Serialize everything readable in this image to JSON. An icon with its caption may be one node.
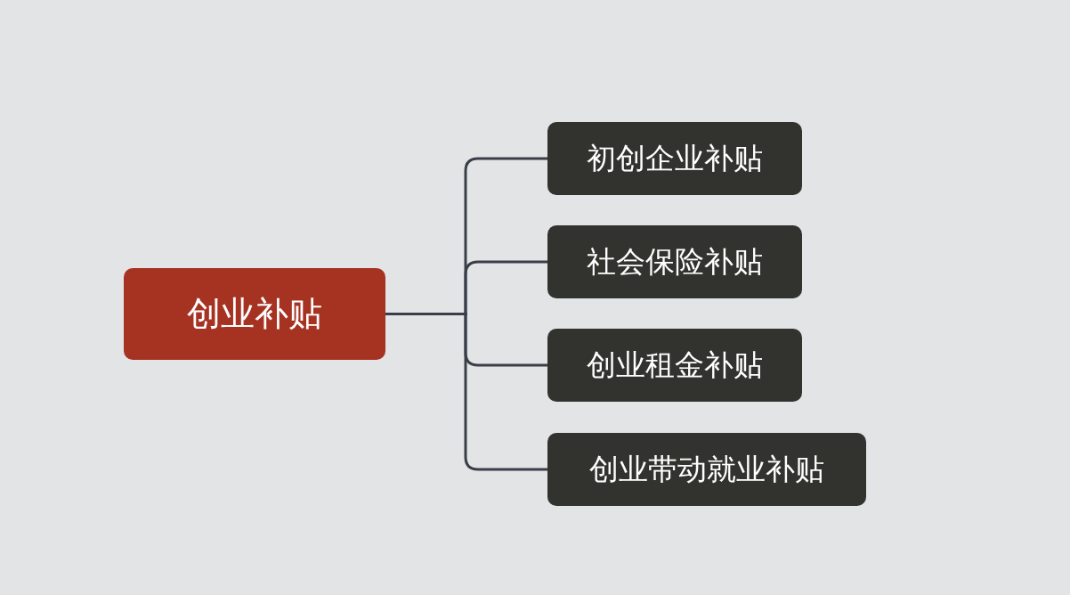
{
  "diagram": {
    "nodes": [
      {
        "text": [
          "创业补贴"
        ]
      },
      {
        "text": [
          "初创企业补贴"
        ]
      },
      {
        "text": [
          "社会保险补贴"
        ]
      },
      {
        "text": [
          "创业租金补贴"
        ]
      },
      {
        "text": [
          "创业带动就业补贴"
        ]
      }
    ],
    "edges": [
      {
        "from": 0,
        "to": 1,
        "arrow": "none"
      },
      {
        "from": 0,
        "to": 2,
        "arrow": "none"
      },
      {
        "from": 0,
        "to": 3,
        "arrow": "none"
      },
      {
        "from": 0,
        "to": 4,
        "arrow": "none"
      }
    ]
  }
}
